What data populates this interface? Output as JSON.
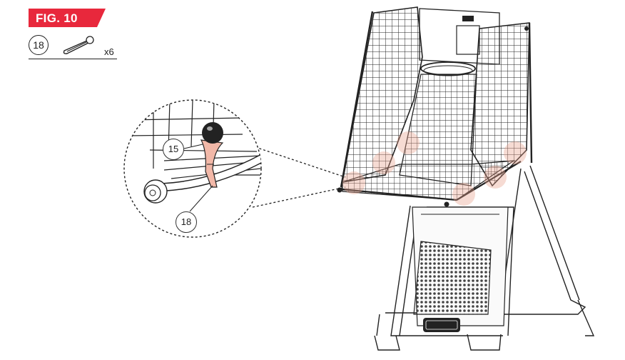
{
  "figure": {
    "label": "FIG. 10",
    "label_color": "#e8283c"
  },
  "parts_list": {
    "part_number": "18",
    "part_icon": "bungee-ball-tie-icon",
    "quantity": "x6"
  },
  "detail_callouts": [
    {
      "number": "15"
    },
    {
      "number": "18"
    }
  ],
  "highlight_color": "#e8a08c",
  "brand_badge_icon": "hall-of-games-logo"
}
